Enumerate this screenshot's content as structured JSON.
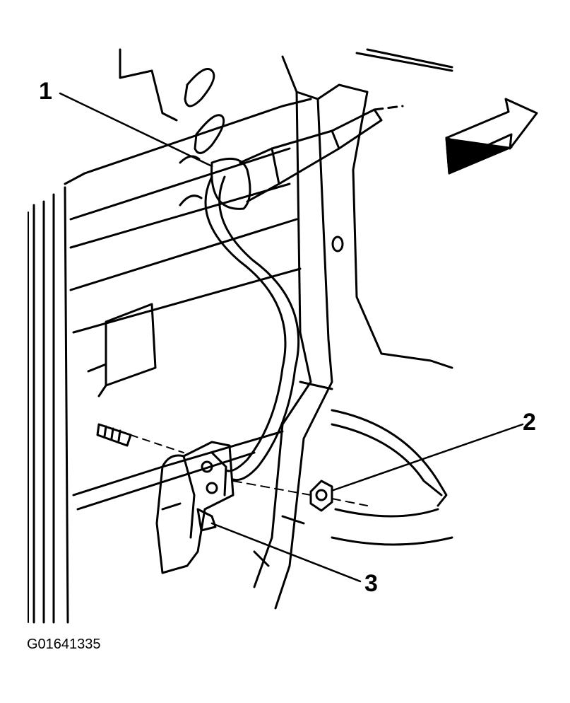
{
  "callouts": {
    "c1": "1",
    "c2": "2",
    "c3": "3"
  },
  "figure_id": "G01641335",
  "colors": {
    "ink": "#000000",
    "paper": "#ffffff"
  }
}
